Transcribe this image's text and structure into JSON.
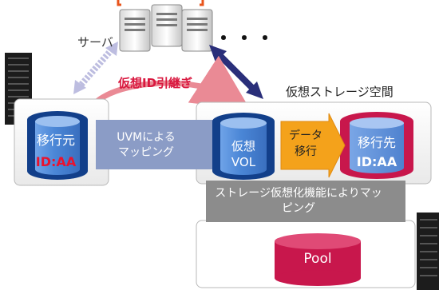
{
  "labels": {
    "server": "サーバ",
    "dots": "・・・",
    "virtual_id_handover": "仮想ID引継ぎ",
    "virtual_storage_space": "仮想ストレージ空間",
    "uvm_mapping": "UVMによるマッピング",
    "data_migration": "データ移行",
    "storage_virtualization": "ストレージ仮想化機能によりマッピング"
  },
  "volumes": {
    "source_name": "移行元",
    "source_id": "ID:AA",
    "virtual_vol": "仮想VOL",
    "destination_name": "移行先",
    "destination_id": "ID:AA",
    "pool": "Pool"
  },
  "colors": {
    "disk_blue": "#2467c6",
    "disk_blue_dark": "#123f8a",
    "disk_red": "#c8174c",
    "mapping_band": "#8b9cc6",
    "migrate_arrow": "#f4a21b",
    "virt_band": "#8c8c8c",
    "id_red": "#e8132f",
    "curve_arrow": "#ea8a95",
    "dbl_arrow": "#2a2f7a"
  },
  "icons": {
    "server": "server-icon",
    "rack": "storage-rack-icon"
  }
}
